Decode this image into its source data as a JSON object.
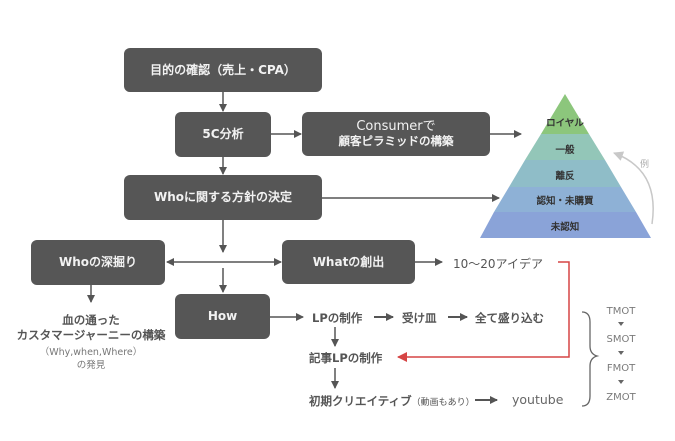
{
  "boxes": {
    "purpose": "目的の確認（売上・CPA）",
    "analysis_5c": "5C分析",
    "consumer_line1": "Consumerで",
    "consumer_line2": "顧客ピラミッドの構築",
    "who_policy": "Whoに関する方針の決定",
    "who_deep": "Whoの深掘り",
    "what": "Whatの創出",
    "how": "How"
  },
  "who_result": {
    "line1": "血の通った",
    "line2": "カスタマージャーニーの構築",
    "line3": "（Why,when,Where）",
    "line4": "の発見"
  },
  "what_result": "10～20アイデア",
  "how_flow": {
    "lp": "LPの制作",
    "receiver": "受け皿",
    "all_in": "全て盛り込む",
    "article_lp": "記事LPの制作",
    "initial_creative": "初期クリエイティブ",
    "initial_creative_note": "（動画もあり）",
    "youtube": "youtube"
  },
  "pyramid": {
    "levels": [
      {
        "label": "ロイヤル",
        "color": "#8cc67c"
      },
      {
        "label": "一般",
        "color": "#93c6b8"
      },
      {
        "label": "離反",
        "color": "#8fbdc8"
      },
      {
        "label": "認知・未購買",
        "color": "#8eb1d6"
      },
      {
        "label": "未認知",
        "color": "#8aa3d8"
      }
    ],
    "example_label": "例"
  },
  "mot": [
    "TMOT",
    "SMOT",
    "FMOT",
    "ZMOT"
  ],
  "colors": {
    "box": "#565656",
    "arrow": "#555555",
    "red_arrow": "#d64545",
    "example_arrow": "#c8c8c8"
  }
}
